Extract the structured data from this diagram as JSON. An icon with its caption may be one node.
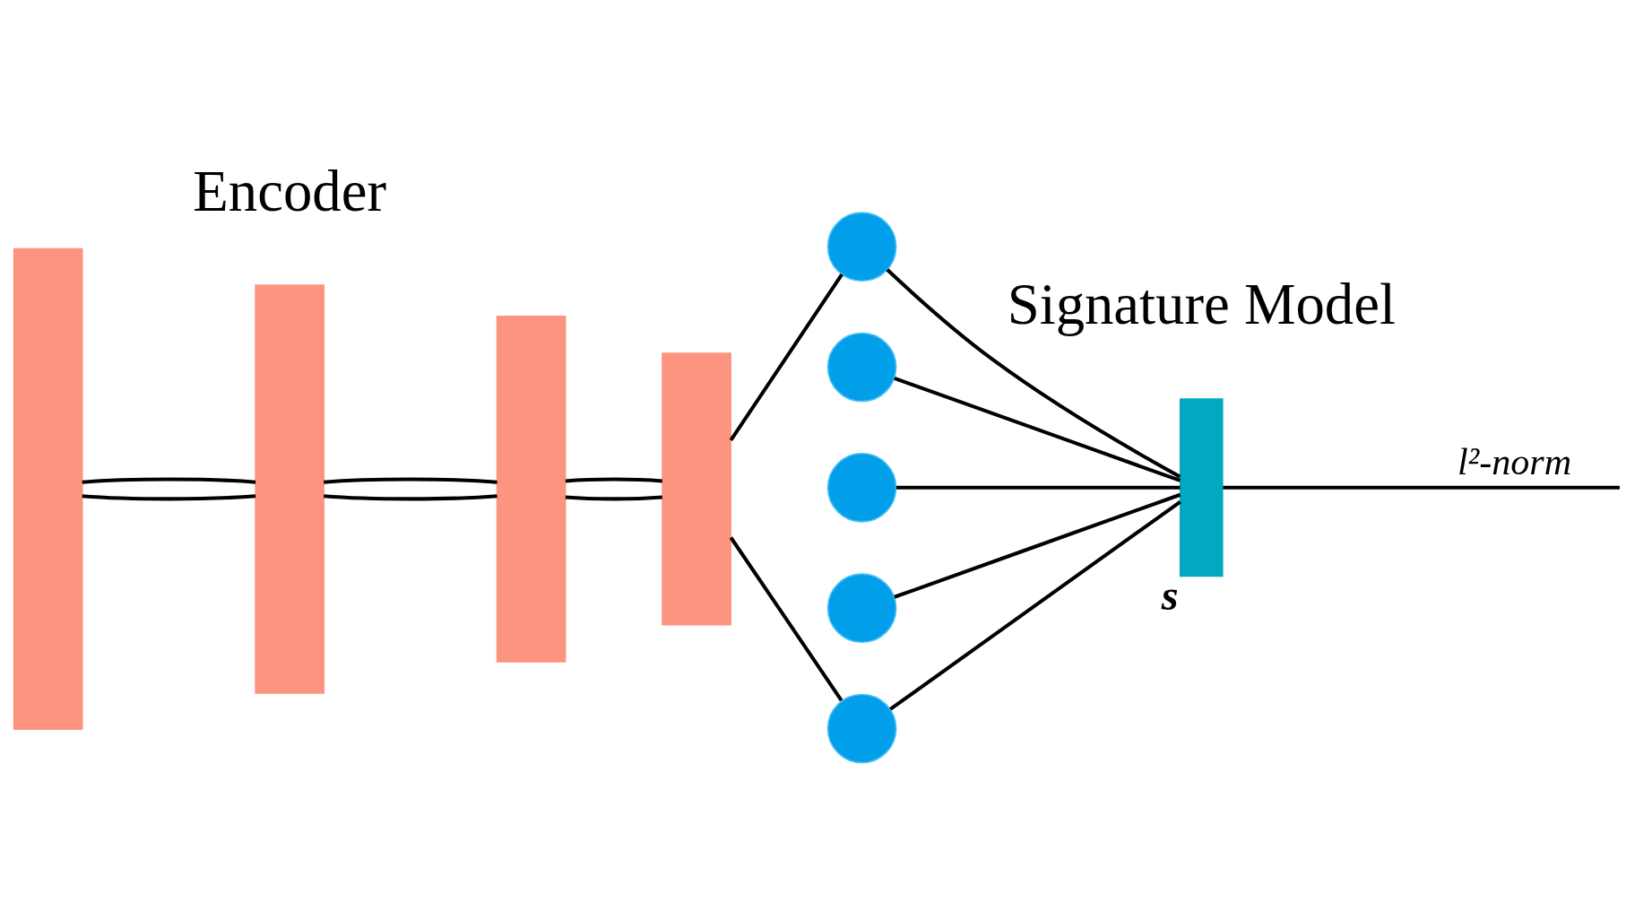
{
  "diagram": {
    "nodes": [
      {
        "text": [],
        "shape": "bar"
      },
      {
        "text": [],
        "shape": "bar"
      },
      {
        "text": [],
        "shape": "bar"
      },
      {
        "text": [],
        "shape": "bar"
      },
      {
        "text": [],
        "shape": "circle"
      },
      {
        "text": [],
        "shape": "circle"
      },
      {
        "text": [],
        "shape": "circle"
      },
      {
        "text": [],
        "shape": "circle"
      },
      {
        "text": [],
        "shape": "circle"
      },
      {
        "text": [],
        "shape": "bar",
        "beside": [
          "s"
        ]
      }
    ],
    "edges": [
      {
        "from": 0,
        "to": 1,
        "arrow": "none"
      },
      {
        "from": 0,
        "to": 1,
        "arrow": "none"
      },
      {
        "from": 1,
        "to": 2,
        "arrow": "none"
      },
      {
        "from": 1,
        "to": 2,
        "arrow": "none"
      },
      {
        "from": 2,
        "to": 3,
        "arrow": "none"
      },
      {
        "from": 2,
        "to": 3,
        "arrow": "none"
      },
      {
        "from": 3,
        "to": 4,
        "arrow": "none"
      },
      {
        "from": 3,
        "to": 8,
        "arrow": "none"
      },
      {
        "from": 4,
        "to": 9,
        "arrow": "none"
      },
      {
        "from": 5,
        "to": 9,
        "arrow": "none"
      },
      {
        "from": 6,
        "to": 9,
        "arrow": "none"
      },
      {
        "from": 7,
        "to": 9,
        "arrow": "none"
      },
      {
        "from": 8,
        "to": 9,
        "arrow": "none"
      },
      {
        "from": 9,
        "to": null,
        "arrow": "none",
        "label": "l²-norm"
      }
    ],
    "labels": [
      "Encoder",
      "Signature Model"
    ]
  }
}
